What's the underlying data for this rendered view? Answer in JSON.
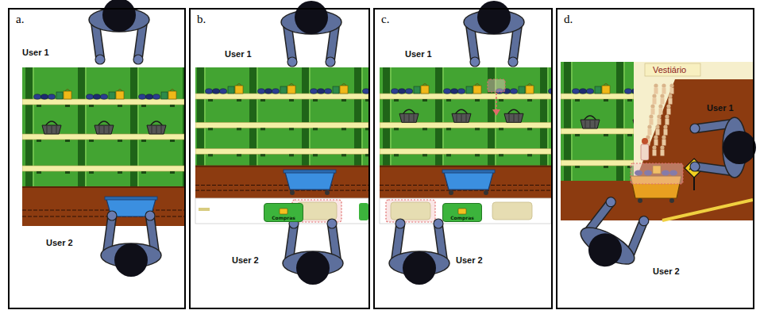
{
  "diagram": {
    "nodes": [
      {
        "text": [
          "a."
        ]
      },
      {
        "text": [
          "b."
        ]
      },
      {
        "text": [
          "Compras"
        ],
        "in": 1
      },
      {
        "text": [
          "c."
        ]
      },
      {
        "text": [
          "Compras"
        ],
        "in": 3
      },
      {
        "text": [
          "d."
        ]
      }
    ],
    "labels": [
      "User 1",
      "User 2",
      "User 1",
      "User 2",
      "User 1",
      "User 2",
      "User 1",
      "User 2",
      "Vestiário"
    ]
  }
}
